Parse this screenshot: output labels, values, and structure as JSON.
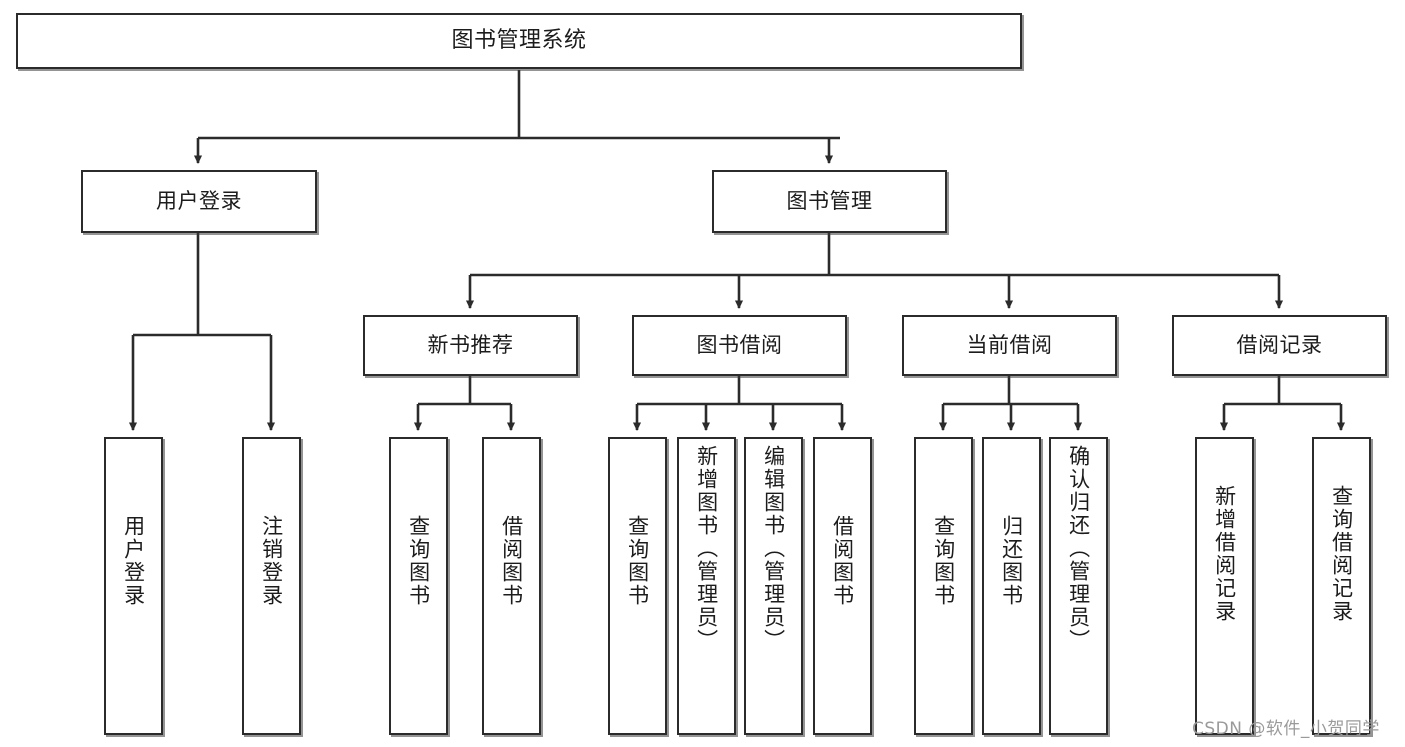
{
  "diagram": {
    "title": "图书管理系统",
    "type": "tree-structure-chart",
    "nodes": {
      "root": {
        "label": "图书管理系统"
      },
      "user_login": {
        "label": "用户登录"
      },
      "book_manage": {
        "label": "图书管理"
      },
      "new_book_rec": {
        "label": "新书推荐"
      },
      "book_borrow": {
        "label": "图书借阅"
      },
      "current_borrow": {
        "label": "当前借阅"
      },
      "borrow_record": {
        "label": "借阅记录"
      },
      "leaf_user_login": {
        "label": "用户登录"
      },
      "leaf_logout": {
        "label": "注销登录"
      },
      "leaf_query_book_1": {
        "label": "查询图书"
      },
      "leaf_borrow_book_1": {
        "label": "借阅图书"
      },
      "leaf_query_book_2": {
        "label": "查询图书"
      },
      "leaf_add_book": {
        "label": "新增图书（管理员）"
      },
      "leaf_edit_book": {
        "label": "编辑图书（管理员）"
      },
      "leaf_borrow_book_2": {
        "label": "借阅图书"
      },
      "leaf_query_book_3": {
        "label": "查询图书"
      },
      "leaf_return_book": {
        "label": "归还图书"
      },
      "leaf_confirm_return": {
        "label": "确认归还（管理员）"
      },
      "leaf_add_record": {
        "label": "新增借阅记录"
      },
      "leaf_query_record": {
        "label": "查询借阅记录"
      }
    },
    "edges": [
      {
        "from": "root",
        "to": "user_login"
      },
      {
        "from": "root",
        "to": "book_manage"
      },
      {
        "from": "user_login",
        "to": "leaf_user_login"
      },
      {
        "from": "user_login",
        "to": "leaf_logout"
      },
      {
        "from": "book_manage",
        "to": "new_book_rec"
      },
      {
        "from": "book_manage",
        "to": "book_borrow"
      },
      {
        "from": "book_manage",
        "to": "current_borrow"
      },
      {
        "from": "book_manage",
        "to": "borrow_record"
      },
      {
        "from": "new_book_rec",
        "to": "leaf_query_book_1"
      },
      {
        "from": "new_book_rec",
        "to": "leaf_borrow_book_1"
      },
      {
        "from": "book_borrow",
        "to": "leaf_query_book_2"
      },
      {
        "from": "book_borrow",
        "to": "leaf_add_book"
      },
      {
        "from": "book_borrow",
        "to": "leaf_edit_book"
      },
      {
        "from": "book_borrow",
        "to": "leaf_borrow_book_2"
      },
      {
        "from": "current_borrow",
        "to": "leaf_query_book_3"
      },
      {
        "from": "current_borrow",
        "to": "leaf_return_book"
      },
      {
        "from": "current_borrow",
        "to": "leaf_confirm_return"
      },
      {
        "from": "borrow_record",
        "to": "leaf_add_record"
      },
      {
        "from": "borrow_record",
        "to": "leaf_query_record"
      }
    ],
    "colors": {
      "node_border": "#2b2b2b",
      "node_fill": "#ffffff",
      "edge": "#2b2b2b",
      "text": "#1c1c1c",
      "watermark": "#9a9a9a"
    }
  },
  "watermark": {
    "text": "CSDN @软件_小贺同学"
  }
}
